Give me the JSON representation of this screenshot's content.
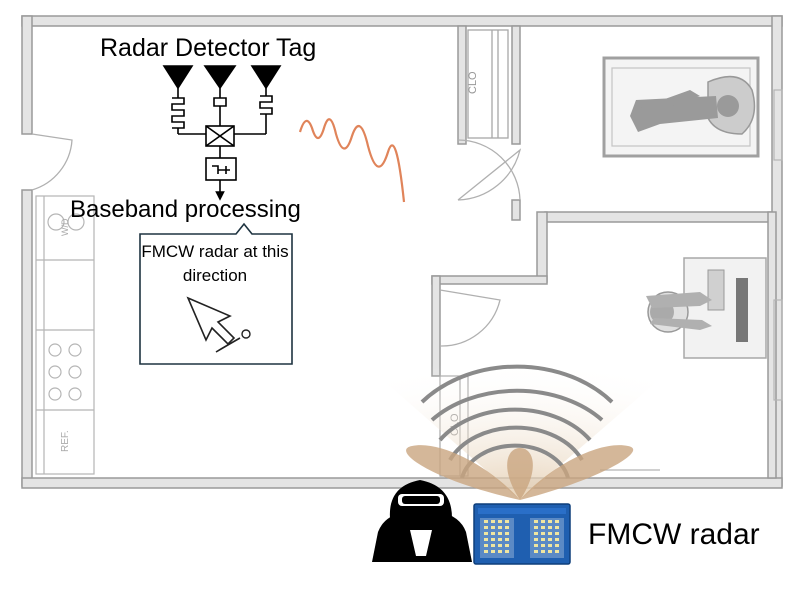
{
  "labels": {
    "tag_title": "Radar Detector Tag",
    "baseband": "Baseband processing",
    "callout": "FMCW radar at this direction",
    "radar": "FMCW radar",
    "closet_top": "CLO",
    "closet_bottom": "CLO",
    "fridge": "REF.",
    "washer": "W/D"
  },
  "colors": {
    "wall": "#9a9a9a",
    "wall_fill": "#e4e4e4",
    "beam": "#c9a57f",
    "sine": "#e0845a",
    "arc": "#8a8a8a",
    "furniture": "#b8b8b8",
    "board": "#1f5fb0"
  },
  "icons": [
    "antenna-icon",
    "hacker-icon",
    "radar-board-icon",
    "bed-person-icon",
    "desk-person-icon"
  ]
}
